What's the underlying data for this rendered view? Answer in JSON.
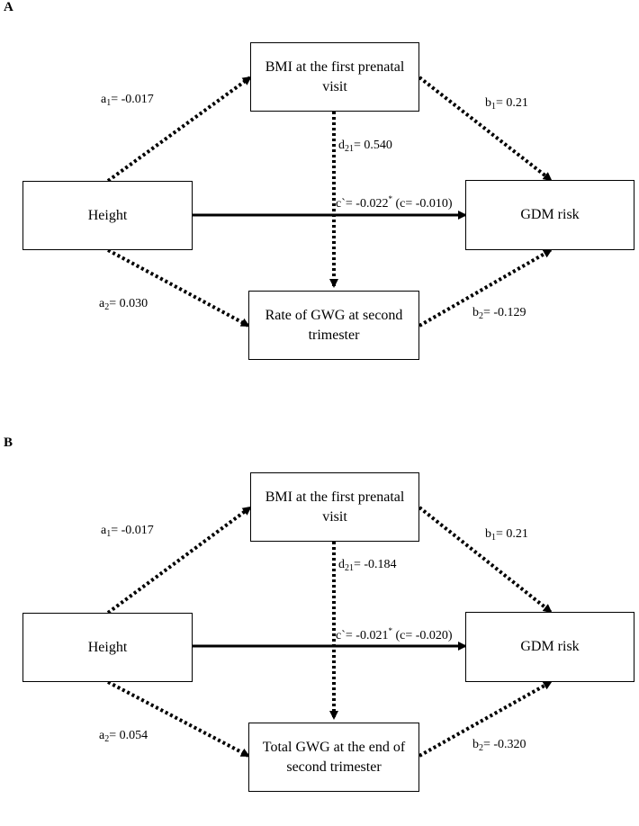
{
  "panel_a": {
    "letter": "A",
    "nodes": {
      "height": "Height",
      "bmi": "BMI at the first prenatal visit",
      "mediator2": "Rate of GWG at second trimester",
      "gdm": "GDM risk"
    },
    "paths": {
      "a1": {
        "sym": "a",
        "sub": "1",
        "val": "= -0.017"
      },
      "b1": {
        "sym": "b",
        "sub": "1",
        "val": "= 0.21"
      },
      "d21": {
        "sym": "d",
        "sub": "21",
        "val": "= 0.540"
      },
      "c": {
        "sym": "c`",
        "val": "= -0.022",
        "sup": "*",
        "tail": " (c= -0.010)"
      },
      "a2": {
        "sym": "a",
        "sub": "2",
        "val": "= 0.030"
      },
      "b2": {
        "sym": "b",
        "sub": "2",
        "val": "= -0.129"
      }
    }
  },
  "panel_b": {
    "letter": "B",
    "nodes": {
      "height": "Height",
      "bmi": "BMI at the first prenatal visit",
      "mediator2": "Total GWG at the end of second trimester",
      "gdm": "GDM risk"
    },
    "paths": {
      "a1": {
        "sym": "a",
        "sub": "1",
        "val": "= -0.017"
      },
      "b1": {
        "sym": "b",
        "sub": "1",
        "val": "= 0.21"
      },
      "d21": {
        "sym": "d",
        "sub": "21",
        "val": "= -0.184"
      },
      "c": {
        "sym": "c`",
        "val": "= -0.021",
        "sup": "*",
        "tail": " (c= -0.020)"
      },
      "a2": {
        "sym": "a",
        "sub": "2",
        "val": "= 0.054"
      },
      "b2": {
        "sym": "b",
        "sub": "2",
        "val": "= -0.320"
      }
    }
  }
}
